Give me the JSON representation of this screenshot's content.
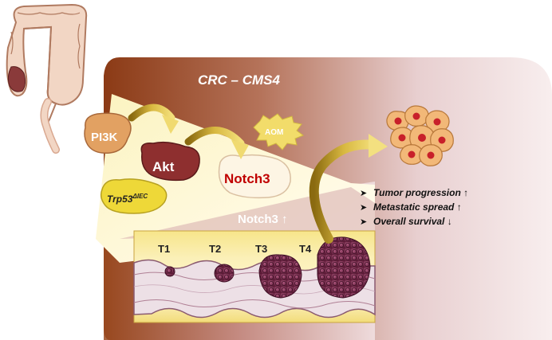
{
  "title": "CRC – CMS4",
  "molecules": {
    "pi3k": "PI3K",
    "akt": "Akt",
    "notch3": "Notch3",
    "aom": "AOM",
    "trp53": "Trp53",
    "trp53_sup": "ΔIEC"
  },
  "notch3_up": "Notch3 ↑",
  "stages": [
    "T1",
    "T2",
    "T3",
    "T4"
  ],
  "outcomes": [
    {
      "text": "Tumor progression ↑"
    },
    {
      "text": "Metastatic spread ↑"
    },
    {
      "text": "Overall survival ↓"
    }
  ],
  "colors": {
    "band_dark": "#8b3a15",
    "band_light": "#f5e6e6",
    "yellow": "#f5e27a",
    "pi3k": "#e0a060",
    "akt": "#8b2a2a",
    "notch3_text": "#c00000",
    "tumor": "#7a2a4a",
    "cells": "#f0b070"
  }
}
